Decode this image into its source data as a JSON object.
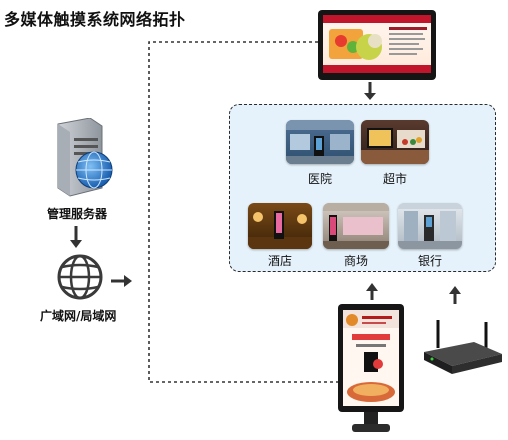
{
  "title": "多媒体触摸系统网络拓扑",
  "nodes": {
    "server": "管理服务器",
    "network": "广域网/局域网"
  },
  "venues": [
    "医院",
    "超市",
    "酒店",
    "商场",
    "银行"
  ],
  "colors": {
    "venue_panel_bg": "#e6f2fb",
    "connector": "#333333"
  }
}
